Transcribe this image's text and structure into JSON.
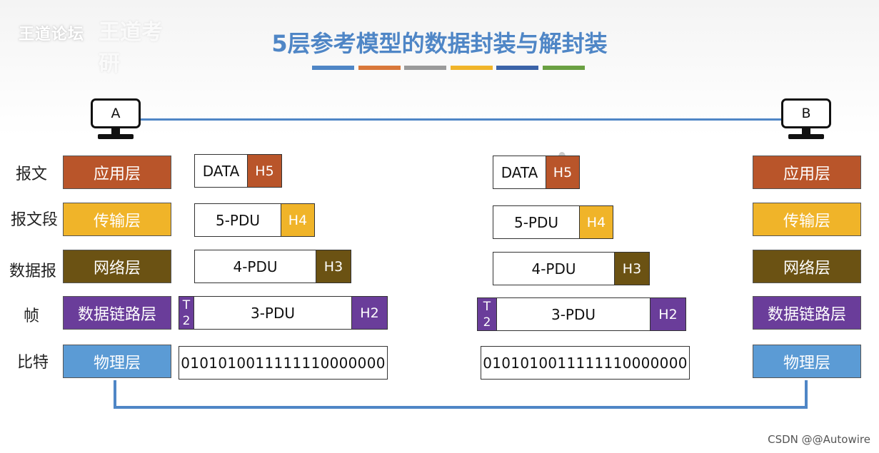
{
  "watermark": {
    "logo": "王道论坛",
    "stamp": "王道考研"
  },
  "title": "5层参考模型的数据封装与解封装",
  "title_stripes": [
    "#4f86c6",
    "#d9783a",
    "#9a9a9a",
    "#f0b429",
    "#3b63a8",
    "#6aa042"
  ],
  "hosts": {
    "left": "A",
    "right": "B"
  },
  "units": [
    "报文",
    "报文段",
    "数据报",
    "帧",
    "比特"
  ],
  "layers": [
    {
      "label": "应用层",
      "color": "#b9552a"
    },
    {
      "label": "传输层",
      "color": "#f0b429"
    },
    {
      "label": "网络层",
      "color": "#6b5213"
    },
    {
      "label": "数据链路层",
      "color": "#6a3d9a"
    },
    {
      "label": "物理层",
      "color": "#5b9bd5"
    }
  ],
  "packets": {
    "data": "DATA",
    "h5": "H5",
    "pdu5": "5-PDU",
    "h4": "H4",
    "pdu4": "4-PDU",
    "h3": "H3",
    "pdu3": "3-PDU",
    "h2": "H2",
    "trailer": [
      "T",
      "2"
    ],
    "bits": "0101010011111110000000"
  },
  "credit": "CSDN @@Autowire"
}
